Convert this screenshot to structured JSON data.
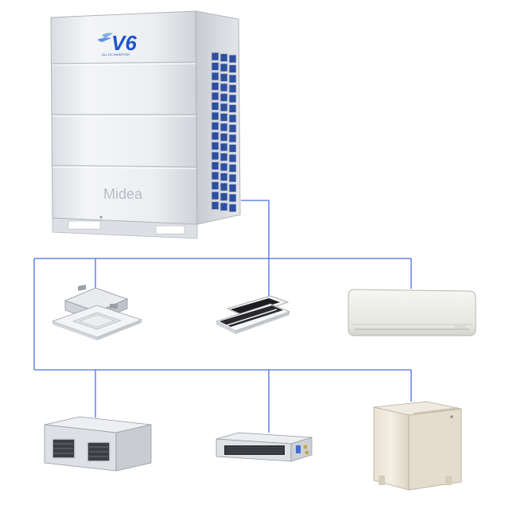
{
  "outdoor_unit": {
    "model_badge": "V6",
    "badge_tagline": "ALL DC INVERTER",
    "brand": "Midea",
    "icon": "vrf-outdoor-unit-icon"
  },
  "indoor_units": [
    {
      "icon": "four-way-cassette-icon"
    },
    {
      "icon": "one-way-cassette-icon"
    },
    {
      "icon": "wall-mounted-unit-icon"
    },
    {
      "icon": "high-static-duct-icon"
    },
    {
      "icon": "slim-duct-icon"
    },
    {
      "icon": "floor-standing-unit-icon"
    }
  ],
  "colors": {
    "pipe_line": "#4a6ee0",
    "coil_blue": "#2e4f9e",
    "casing": "#eef0f2",
    "brand_blue": "#1e56c8"
  }
}
